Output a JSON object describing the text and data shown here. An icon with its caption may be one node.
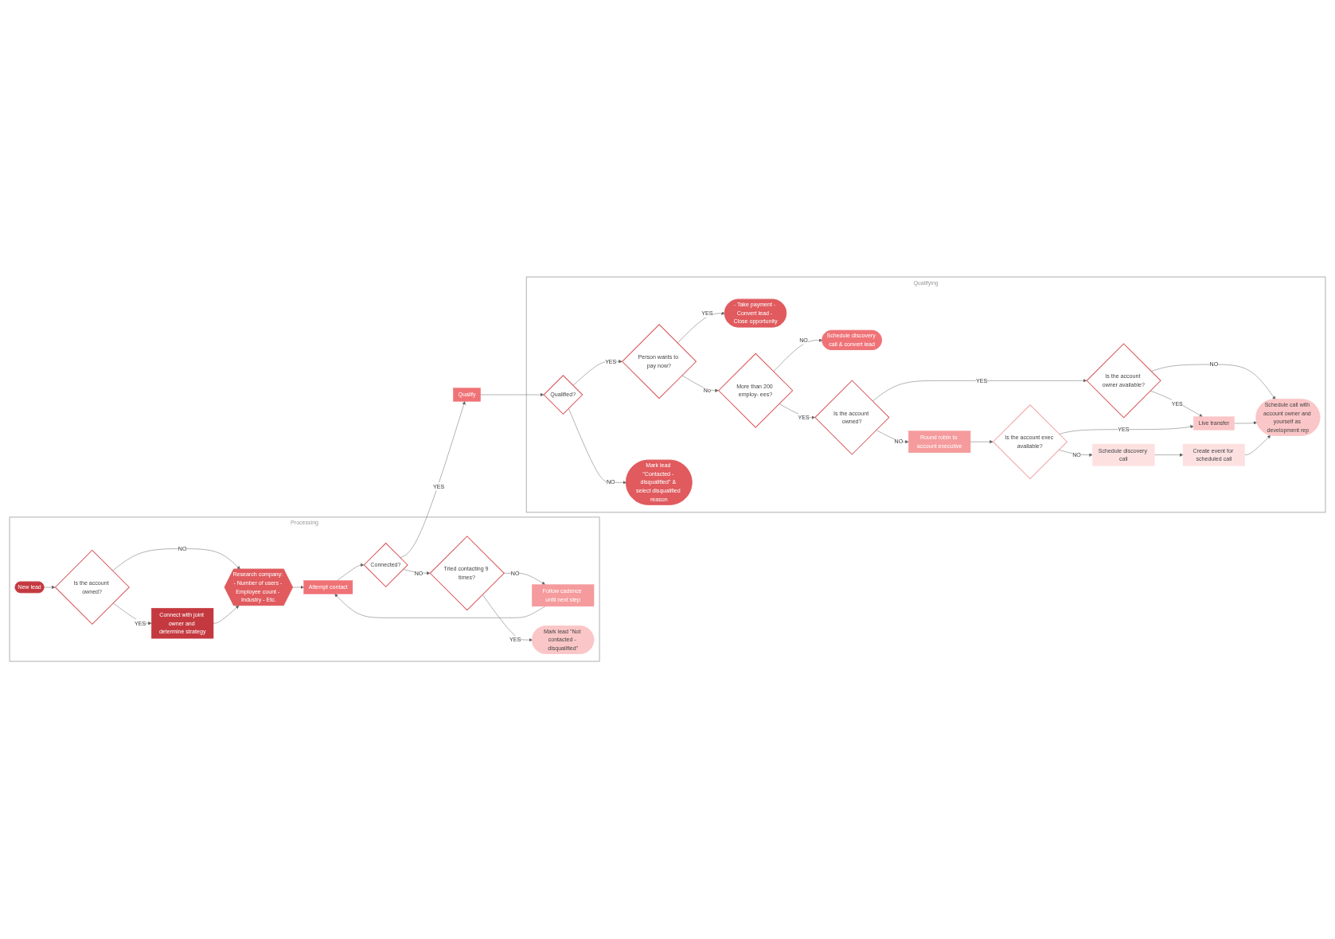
{
  "diagram": {
    "nodes": [
      {
        "text": [
          "Processing"
        ]
      },
      {
        "text": [
          "New lead"
        ],
        "in": 0
      },
      {
        "text": [
          "Is the account owned?"
        ],
        "in": 0
      },
      {
        "text": [
          "Connect with joint owner and determine strategy"
        ],
        "in": 0
      },
      {
        "text": [
          "Research company: - Number of users - Employee count - Industry - Etc."
        ],
        "in": 0
      },
      {
        "text": [
          "Attempt contact"
        ],
        "in": 0
      },
      {
        "text": [
          "Connected?"
        ],
        "in": 0
      },
      {
        "text": [
          "Follow cadence until next step"
        ],
        "in": 0
      },
      {
        "text": [
          "Tried contacting 9 times?"
        ],
        "in": 0
      },
      {
        "text": [
          "Mark lead \"Not contacted - disqualified\""
        ],
        "in": 0
      },
      {
        "text": [
          "Qualify"
        ]
      },
      {
        "text": [
          "Qualifying"
        ]
      },
      {
        "text": [
          "Qualified?"
        ],
        "in": 11
      },
      {
        "text": [
          "Person wants to pay now?"
        ],
        "in": 11
      },
      {
        "text": [
          "Mark lead \"Contacted - disqualified\" & select disqualified reason"
        ],
        "in": 11
      },
      {
        "text": [
          "- Take payment - Convert lead - Close opportunity"
        ],
        "in": 11
      },
      {
        "text": [
          "More than 200 employ- ees?"
        ],
        "in": 11
      },
      {
        "text": [
          "Schedule discovery call & convert lead"
        ],
        "in": 11
      },
      {
        "text": [
          "Is the account owned?"
        ],
        "in": 11
      },
      {
        "text": [
          "Is the account owner available?"
        ],
        "in": 11
      },
      {
        "text": [
          "Round robin to account executive"
        ],
        "in": 11
      },
      {
        "text": [
          "Schedule call with account owner and yourself as development rep"
        ],
        "in": 11
      },
      {
        "text": [
          "Live transfer"
        ],
        "in": 11
      },
      {
        "text": [
          "Is the account exec available?"
        ],
        "in": 11
      },
      {
        "text": [
          "Create event for scheduled call"
        ],
        "in": 11
      },
      {
        "text": [
          "Schedule discovery call"
        ],
        "in": 11
      }
    ],
    "edges": [
      {
        "from": 1,
        "to": 2,
        "arrow": "to"
      },
      {
        "from": 2,
        "to": 3,
        "arrow": "to",
        "label": "YES"
      },
      {
        "from": 2,
        "to": 4,
        "arrow": "to",
        "label": "NO"
      },
      {
        "from": 3,
        "to": 4,
        "arrow": "to"
      },
      {
        "from": 4,
        "to": 5,
        "arrow": "to"
      },
      {
        "from": 5,
        "to": 6,
        "arrow": "to"
      },
      {
        "from": 6,
        "to": 10,
        "arrow": "to",
        "label": "YES"
      },
      {
        "from": 6,
        "to": 8,
        "arrow": "to",
        "label": "NO"
      },
      {
        "from": 8,
        "to": 7,
        "arrow": "to",
        "label": "NO"
      },
      {
        "from": 7,
        "to": 5,
        "arrow": "to"
      },
      {
        "from": 8,
        "to": 9,
        "arrow": "to",
        "label": "YES"
      },
      {
        "from": 10,
        "to": 12,
        "arrow": "to"
      },
      {
        "from": 12,
        "to": 13,
        "arrow": "to",
        "label": "YES"
      },
      {
        "from": 12,
        "to": 14,
        "arrow": "to",
        "label": "NO"
      },
      {
        "from": 13,
        "to": 15,
        "arrow": "to",
        "label": "YES"
      },
      {
        "from": 13,
        "to": 16,
        "arrow": "to",
        "label": "No"
      },
      {
        "from": 16,
        "to": 17,
        "arrow": "to",
        "label": "NO"
      },
      {
        "from": 16,
        "to": 18,
        "arrow": "to",
        "label": "YES"
      },
      {
        "from": 18,
        "to": 19,
        "arrow": "to",
        "label": "YES"
      },
      {
        "from": 18,
        "to": 20,
        "arrow": "to",
        "label": "NO"
      },
      {
        "from": 19,
        "to": 21,
        "arrow": "to",
        "label": "NO"
      },
      {
        "from": 19,
        "to": 22,
        "arrow": "to",
        "label": "YES"
      },
      {
        "from": 22,
        "to": 21,
        "arrow": "to"
      },
      {
        "from": 20,
        "to": 23,
        "arrow": "to"
      },
      {
        "from": 23,
        "to": 22,
        "arrow": "to",
        "label": "YES"
      },
      {
        "from": 23,
        "to": 25,
        "arrow": "to",
        "label": "NO"
      },
      {
        "from": 25,
        "to": 24,
        "arrow": "to"
      },
      {
        "from": 24,
        "to": 21,
        "arrow": "to"
      }
    ]
  }
}
